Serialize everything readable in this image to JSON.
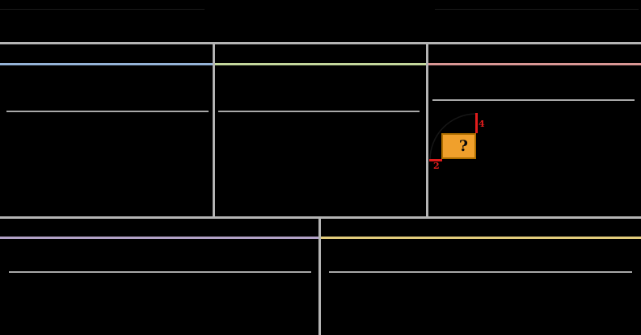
{
  "page": {
    "background_color": "#000000",
    "grid_color": "#b4b4b4",
    "answer_line_color": "#a8a8a8",
    "header_rule_color": "#1a1a1a"
  },
  "problem_grid": {
    "top_row_accents": [
      {
        "cell": "top-left",
        "accent_color": "#95b3d7"
      },
      {
        "cell": "top-middle",
        "accent_color": "#c3d69b"
      },
      {
        "cell": "top-right",
        "accent_color": "#d99694"
      }
    ],
    "bottom_row_accents": [
      {
        "cell": "bottom-left",
        "accent_color": "#b2a2c7"
      },
      {
        "cell": "bottom-right",
        "accent_color": "#e3cc7c"
      }
    ]
  },
  "figure": {
    "question_mark": "?",
    "vertical_dimension_label": "4",
    "horizontal_dimension_label": "2",
    "rect_fill_color": "#f0a02c",
    "rect_border_color": "#b06f00",
    "dimension_color": "#e01c1c",
    "arc_color": "#161616"
  }
}
